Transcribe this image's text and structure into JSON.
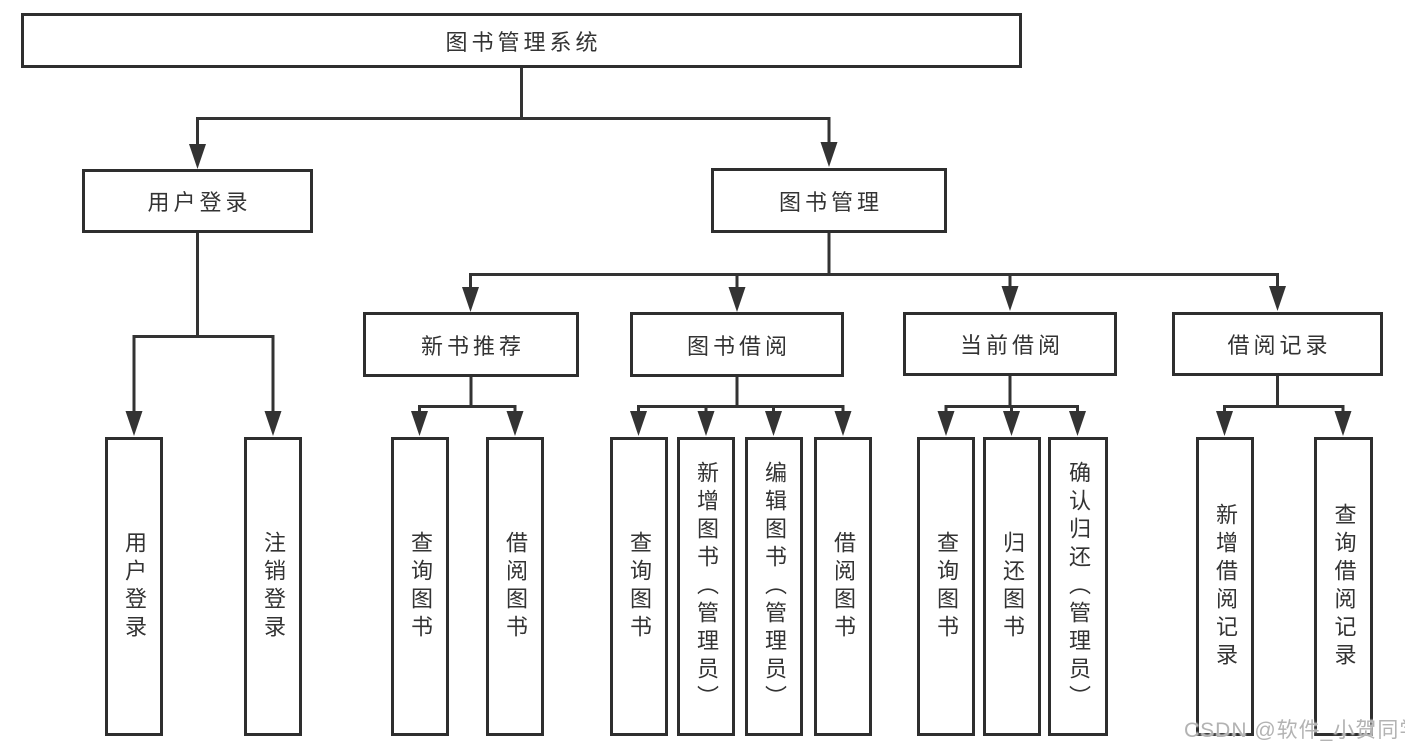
{
  "colors": {
    "background": "#ffffff",
    "line": "#333333",
    "box_border": "#2e2e2e",
    "box_fill": "#ffffff",
    "text": "#333333",
    "watermark": "#b3b3b3"
  },
  "tree": {
    "root_label": "图书管理系统",
    "user_login": {
      "label": "用户登录",
      "children": [
        {
          "label": "用户登录"
        },
        {
          "label": "注销登录"
        }
      ]
    },
    "book_mgmt": {
      "label": "图书管理",
      "children": [
        {
          "label": "新书推荐",
          "children": [
            {
              "label": "查询图书"
            },
            {
              "label": "借阅图书"
            }
          ]
        },
        {
          "label": "图书借阅",
          "children": [
            {
              "label": "查询图书"
            },
            {
              "label": "新增图书（管理员）"
            },
            {
              "label": "编辑图书（管理员）"
            },
            {
              "label": "借阅图书"
            }
          ]
        },
        {
          "label": "当前借阅",
          "children": [
            {
              "label": "查询图书"
            },
            {
              "label": "归还图书"
            },
            {
              "label": "确认归还（管理员）"
            }
          ]
        },
        {
          "label": "借阅记录",
          "children": [
            {
              "label": "新增借阅记录"
            },
            {
              "label": "查询借阅记录"
            }
          ]
        }
      ]
    }
  },
  "watermark_text": "CSDN @软件_小贺同学"
}
